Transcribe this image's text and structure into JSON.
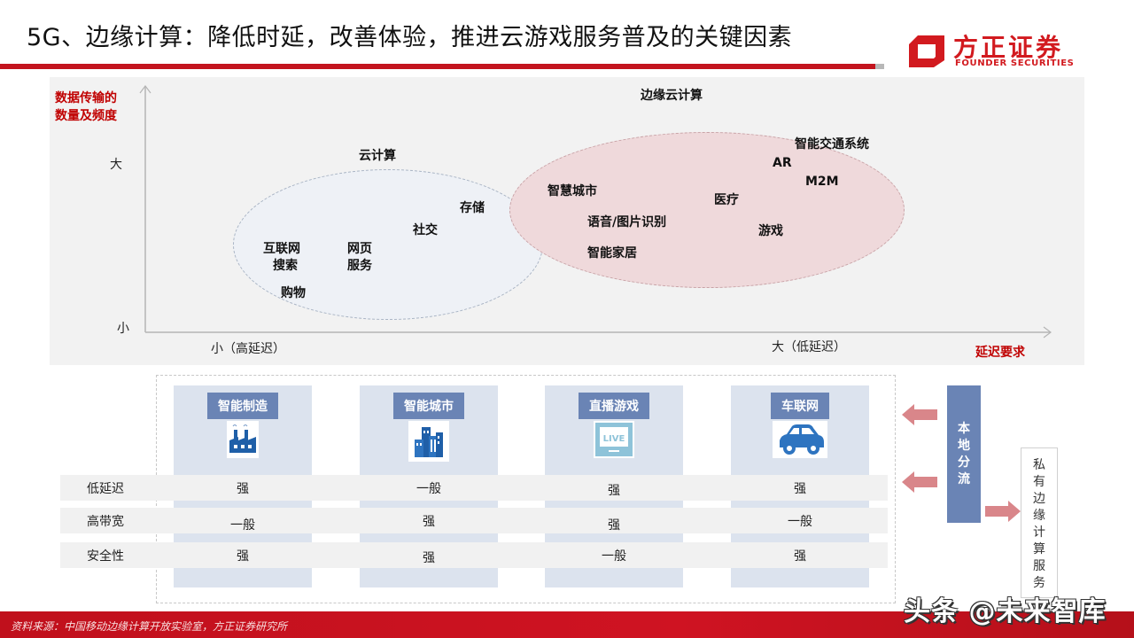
{
  "header": {
    "title": "5G、边缘计算：降低时延，改善体验，推进云游戏服务普及的关键因素",
    "accent_color": "#c3141e"
  },
  "logo": {
    "cn": "方正证券",
    "en": "FOUNDER SECURITIES",
    "color": "#d21a1f"
  },
  "chart": {
    "ylabel": "数据传输的数量及频度",
    "ylabel_line1": "数据传输的",
    "ylabel_line2": "数量及频度",
    "ytick_high": "大",
    "ytick_low": "小",
    "xtick_low": "小（高延迟）",
    "xtick_high": "大（低延迟）",
    "xlabel": "延迟要求",
    "cloud": {
      "title": "云计算",
      "items": [
        "互联网",
        "搜索",
        "网页",
        "服务",
        "购物",
        "社交",
        "存储"
      ]
    },
    "edge": {
      "title": "边缘云计算",
      "items": [
        "智慧城市",
        "语音/图片识别",
        "智能家居",
        "医疗",
        "游戏",
        "AR",
        "M2M",
        "智能交通系统"
      ]
    }
  },
  "scenarios": {
    "columns": [
      {
        "label": "智能制造",
        "icon": "factory-icon"
      },
      {
        "label": "智能城市",
        "icon": "city-buildings-icon"
      },
      {
        "label": "直播游戏",
        "icon": "live-screen-icon",
        "icon_text": "LIVE"
      },
      {
        "label": "车联网",
        "icon": "car-icon"
      }
    ],
    "rows": [
      {
        "label": "低延迟",
        "values": [
          "强",
          "一般",
          "强",
          "强"
        ]
      },
      {
        "label": "高带宽",
        "values": [
          "一般",
          "强",
          "强",
          "一般"
        ]
      },
      {
        "label": "安全性",
        "values": [
          "强",
          "强",
          "一般",
          "强"
        ]
      }
    ],
    "offload_label": [
      "本",
      "地",
      "分",
      "流"
    ],
    "private_label": [
      "私",
      "有",
      "边",
      "缘",
      "计",
      "算",
      "服",
      "务"
    ]
  },
  "footer": {
    "source": "资料来源：中国移动边缘计算开放实验室，方正证券研究所",
    "watermark": "头条 @未来智库"
  }
}
